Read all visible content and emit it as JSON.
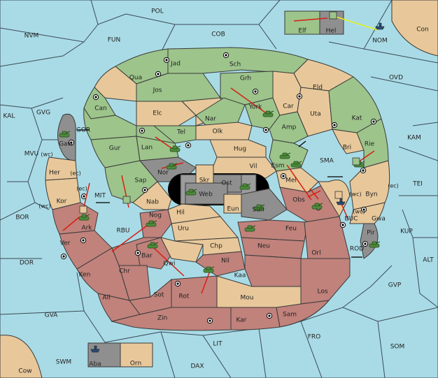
{
  "colors": {
    "sea": "#a9dbe6",
    "green": "#9dc48b",
    "tan": "#e8c89a",
    "red": "#c0827b",
    "gray": "#8f8f8f",
    "order": "#d71f10",
    "support": "#e8f40e"
  },
  "sea_labels": {
    "POL": "POL",
    "NVM": "NVM",
    "FUN": "FUN",
    "COB": "COB",
    "CON": "Con",
    "NOM": "NOM",
    "OVD": "OVD",
    "KAL": "KAL",
    "GVG": "GVG",
    "KAM": "KAM",
    "TEI": "TEI",
    "MVU": "MVU",
    "BOR": "BOR",
    "KUP": "KUP",
    "ALT": "ALT",
    "DOR": "DOR",
    "GVP": "GVP",
    "GVA": "GVA",
    "FRO": "FRO",
    "SOM": "SOM",
    "LIT": "LIT",
    "SWM": "SWM",
    "DAX": "DAX",
    "COW": "Cow",
    "GOR": "GOR",
    "MIT": "MIT",
    "RBU": "RBU",
    "SMA": "SMA",
    "BUC": "BUC",
    "ROD": "ROD"
  },
  "land_labels": {
    "Jad": "Jad",
    "Sch": "Sch",
    "Qua": "Qua",
    "Jos": "Jos",
    "Grh": "Grh",
    "Eld": "Eld",
    "Can": "Can",
    "Elc": "Elc",
    "Nar": "Nar",
    "York": "York",
    "Car": "Car",
    "Uta": "Uta",
    "Kat": "Kat",
    "Gaw": "Gaw",
    "Tel": "Tel",
    "Olk": "Olk",
    "Amp": "Amp",
    "Gur": "Gur",
    "Lan": "Lan",
    "Hug": "Hug",
    "Bri": "Bri",
    "Rie": "Rie",
    "Nor": "Nor",
    "Vil": "Vil",
    "Esm": "Esm",
    "Her": "Her",
    "Skr": "Skr",
    "Ost": "Ost",
    "Mel": "Mel",
    "Sap": "Sap",
    "Web": "Web",
    "Byn": "Byn",
    "Kor": "Kor",
    "Nab": "Nab",
    "Eun": "Eun",
    "Sun": "Sun",
    "Obs": "Obs",
    "Hil": "Hil",
    "Gwa": "Gwa",
    "Ark": "Ark",
    "Nog": "Nog",
    "Feu": "Feu",
    "Uru": "Uru",
    "Pir": "Pir",
    "Ver": "Ver",
    "Chp": "Chp",
    "Neu": "Neu",
    "Orl": "Orl",
    "Bar": "Bar",
    "Qwi": "Qwi",
    "Nil": "Nil",
    "Chr": "Chr",
    "Ken": "Ken",
    "Kaa": "Kaa",
    "Sot": "Sot",
    "Rot": "Rot",
    "Ail": "Ail",
    "Los": "Los",
    "Mou": "Mou",
    "Zin": "Zin",
    "Kar": "Kar",
    "Sam": "Sam",
    "Elf": "Elf",
    "Hel": "Hel",
    "Aba": "Aba",
    "Orn": "Orn"
  },
  "coast_notes": {
    "wc": "(wc)",
    "ec": "(ec)"
  }
}
